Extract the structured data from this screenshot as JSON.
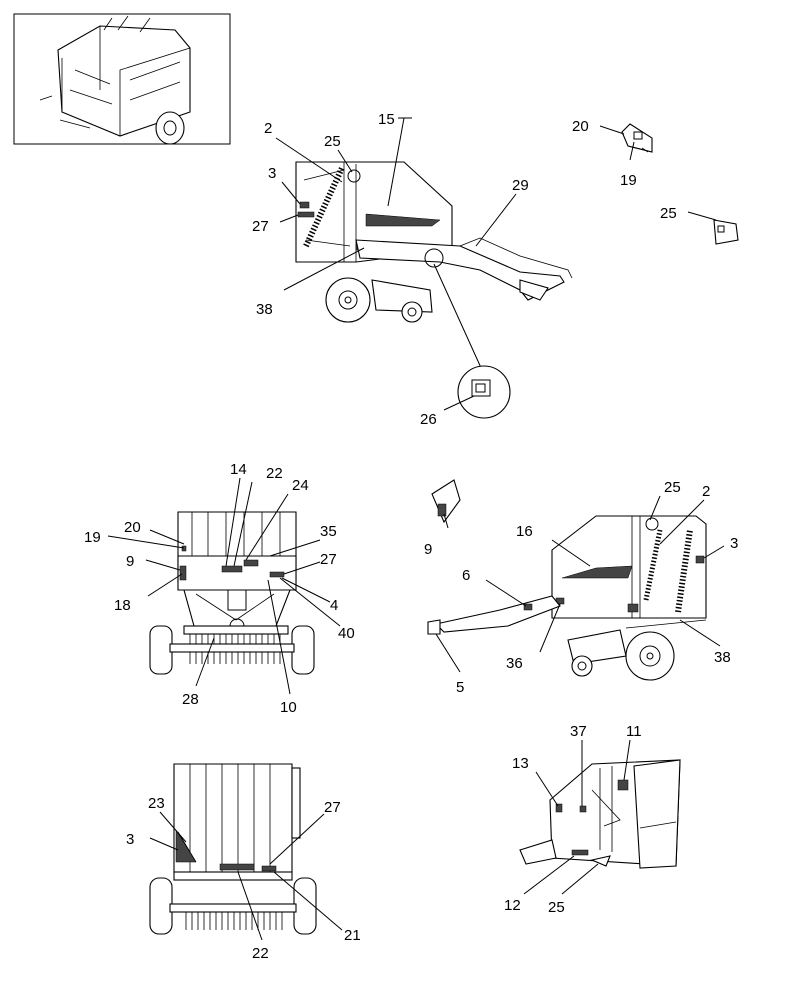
{
  "callouts": {
    "v1": {
      "c15": "15",
      "c2": "2",
      "c25": "25",
      "c3": "3",
      "c27": "27",
      "c29": "29",
      "c38": "38",
      "c26": "26"
    },
    "v2": {
      "c20": "20",
      "c19": "19"
    },
    "v3": {
      "c25": "25"
    },
    "v4": {
      "c14": "14",
      "c22": "22",
      "c24": "24",
      "c19": "19",
      "c20": "20",
      "c35": "35",
      "c9": "9",
      "c27": "27",
      "c18": "18",
      "c4": "4",
      "c40": "40",
      "c28": "28",
      "c10": "10"
    },
    "v5": {
      "c25": "25",
      "c2": "2",
      "c9": "9",
      "c16": "16",
      "c3": "3",
      "c6": "6",
      "c36": "36",
      "c38": "38",
      "c5": "5"
    },
    "v6": {
      "c23": "23",
      "c27": "27",
      "c3": "3",
      "c21": "21",
      "c22": "22"
    },
    "v7": {
      "c37": "37",
      "c11": "11",
      "c13": "13",
      "c12": "12",
      "c25": "25"
    }
  }
}
